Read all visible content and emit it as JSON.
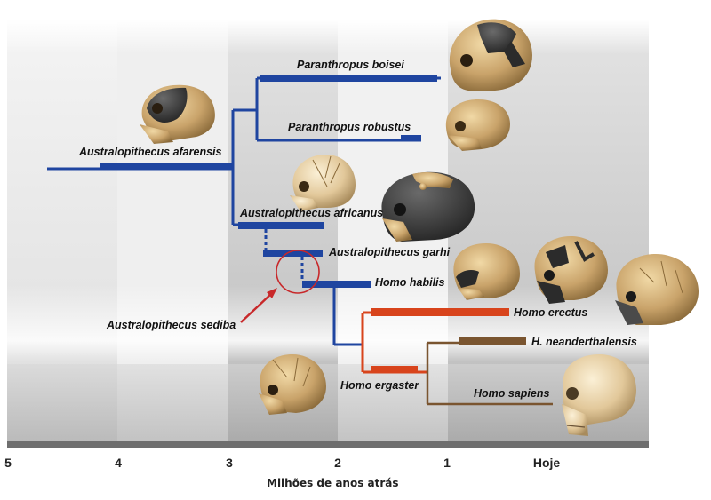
{
  "colors": {
    "australopithecus_lineage": "#1f45a0",
    "homo_erectus_lineage": "#d8441c",
    "homo_sapiens_lineage": "#7a5530",
    "highlight_circle": "#c8282a",
    "band_light": "#eaeaea",
    "band_dark": "#c9c9c9",
    "skull_bone": "#c9a774",
    "skull_cast": "#3a3a3a"
  },
  "species": {
    "paranthropus_boisei": "Paranthropus boisei",
    "paranthropus_robustus": "Paranthropus robustus",
    "australopithecus_afarensis": "Australopithecus afarensis",
    "australopithecus_africanus": "Australopithecus africanus",
    "australopithecus_garhi": "Australopithecus garhi",
    "homo_habilis": "Homo habilis",
    "australopithecus_sediba": "Australopithecus sediba",
    "homo_erectus": "Homo erectus",
    "h_neanderthalensis": "H. neanderthalensis",
    "homo_ergaster": "Homo ergaster",
    "homo_sapiens": "Homo sapiens"
  },
  "axis": {
    "ticks": [
      "5",
      "4",
      "3",
      "2",
      "1",
      "Hoje"
    ],
    "title": "Milhões de anos atrás"
  },
  "skulls": [
    "afarensis-skull-icon",
    "boisei-skull-icon",
    "robustus-skull-icon",
    "africanus-skull-icon",
    "garhi-skull-icon",
    "habilis-skull-icon",
    "erectus-skull-icon",
    "erectus-skull-icon-2",
    "neanderthal-skull-icon",
    "ergaster-skull-icon",
    "sapiens-skull-icon"
  ]
}
